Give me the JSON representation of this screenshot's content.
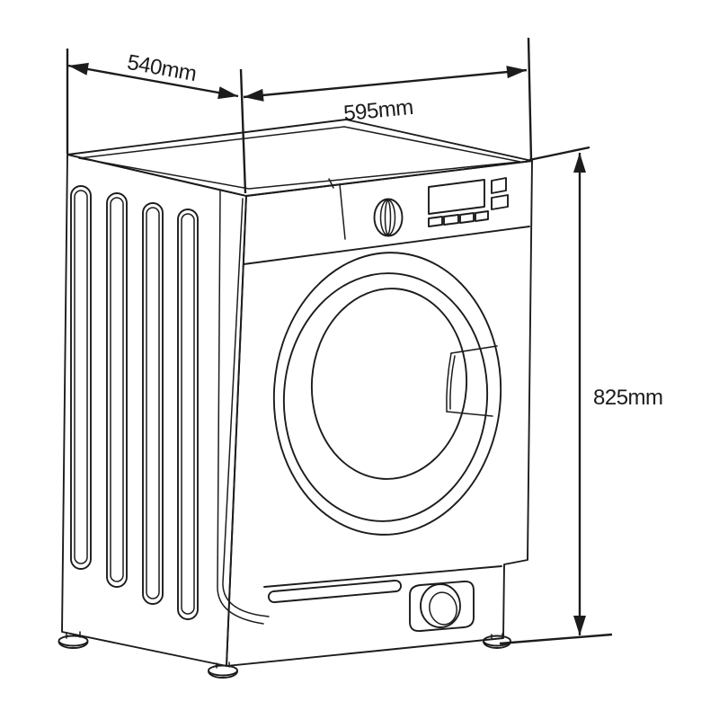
{
  "diagram": {
    "background_color": "#ffffff",
    "line_color": "#1c1c1c",
    "dimensions": {
      "top_left": "540mm",
      "top_right": "595mm",
      "right": "825mm"
    }
  }
}
